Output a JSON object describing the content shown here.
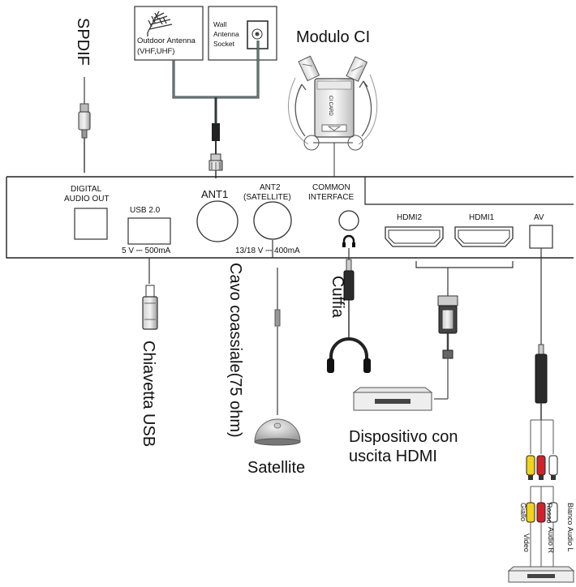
{
  "labels": {
    "spdif": "SPDIF",
    "outdoor_antenna_line1": "Outdoor Antenna",
    "outdoor_antenna_line2": "(VHF,UHF)",
    "wall_socket_line1": "Wall",
    "wall_socket_line2": "Antenna",
    "wall_socket_line3": "Socket",
    "modulo_ci": "Modulo CI",
    "ci_card": "CI CARD",
    "digital_audio_out_line1": "DIGITAL",
    "digital_audio_out_line2": "AUDIO OUT",
    "usb": "USB 2.0",
    "usb_rating": "5 V ⎓ 500mA",
    "ant1": "ANT1",
    "ant2_line1": "ANT2",
    "ant2_line2": "(SATELLITE)",
    "ant2_rating": "13/18 V ⎓ 400mA",
    "common_interface_line1": "COMMON",
    "common_interface_line2": "INTERFACE",
    "hdmi2": "HDMI2",
    "hdmi1": "HDMI1",
    "av": "AV",
    "chiavetta_usb": "Chiavetta USB",
    "cavo_coassiale": "Cavo coassiale(75 ohm)",
    "cuffia": "Cuffia",
    "dispositivo_line1": "Dispositivo con",
    "dispositivo_line2": "uscita HDMI",
    "satellite": "Satellite",
    "giallo": "Giallo",
    "rosso": "Rosso",
    "bianco": "Bianco",
    "video": "Video",
    "audio_r": "Audio R",
    "audio_l": "Audio L"
  },
  "colors": {
    "line": "#222222",
    "cable_gray": "#7a7a7a",
    "yellow": "#f2d21b",
    "red": "#d2232a",
    "white": "#ffffff"
  },
  "icons": {
    "headphone_port": "headphone-icon"
  }
}
